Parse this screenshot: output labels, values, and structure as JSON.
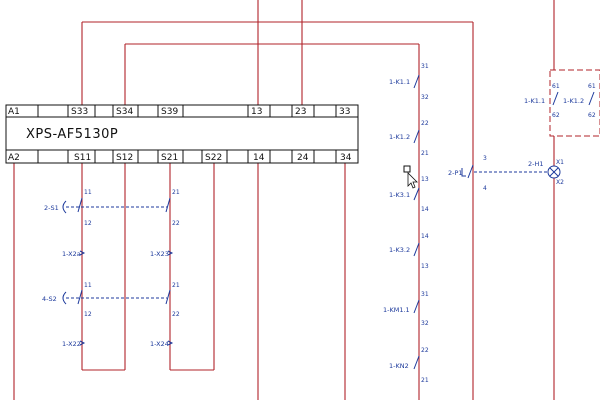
{
  "module": {
    "title": "XPS-AF5130P",
    "top_terminals": [
      "A1",
      "S33",
      "S34",
      "S39",
      "13",
      "23",
      "33"
    ],
    "bottom_terminals": [
      "A2",
      "S11",
      "S12",
      "S21",
      "S22",
      "14",
      "24",
      "34"
    ]
  },
  "left_channel": {
    "s1": {
      "name": "2-S1",
      "t1": "11",
      "t2": "12",
      "t3": "21",
      "t4": "22"
    },
    "x2a": {
      "name_a": "1-X2",
      "num_a": "a",
      "name_b": "1-X2",
      "num_b": "3"
    },
    "s2": {
      "name": "4-S2",
      "t1": "11",
      "t2": "12",
      "t3": "21",
      "t4": "22"
    },
    "x2b": {
      "name_a": "1-X2",
      "num_a": "2",
      "name_b": "1-X2",
      "num_b": "4"
    }
  },
  "right_chain": {
    "k11": {
      "name": "1-K1.1",
      "t1": "31",
      "t2": "32"
    },
    "k12": {
      "name": "1-K1.2",
      "t1": "22",
      "t2": "21"
    },
    "cursor_term": "13",
    "k31": {
      "name": "1-K3.1",
      "t2": "14"
    },
    "k32": {
      "name": "1-K3.2",
      "t1": "14",
      "t2": "13"
    },
    "km11": {
      "name": "1-KM1.1",
      "t1": "31",
      "t2": "32"
    },
    "kn2": {
      "name": "1-KN2",
      "t1": "22",
      "t2": "21"
    }
  },
  "p1": {
    "name": "2-P1",
    "t1": "3",
    "t2": "4"
  },
  "h1": {
    "name": "2-H1",
    "t1": "X1",
    "t2": "X2"
  },
  "right_box": {
    "k11": {
      "name": "1-K1.1",
      "t1": "61",
      "t2": "62"
    },
    "k12": {
      "name": "1-K1.2",
      "t1": "61",
      "t2": "62"
    }
  },
  "colors": {
    "wire": "#b0232a",
    "device": "#1d3a9c",
    "outline": "#111111"
  }
}
